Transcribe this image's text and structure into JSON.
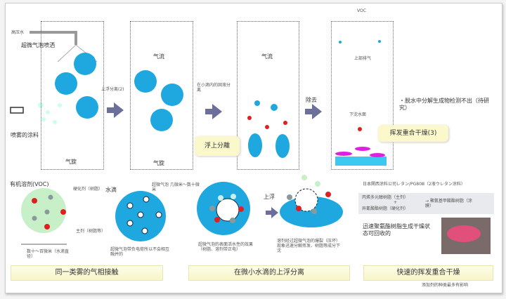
{
  "top": {
    "high_pressure_water": "高压水",
    "nozzle": "超微气泡喷洒",
    "sprayed_paint": "喷雾的涂料",
    "airflow_swirl_1": "气旋",
    "arrow1_label": "上浮分离(2)",
    "airflow_2": "气流",
    "airflow_swirl_2": "气旋",
    "arrow2_label": "在小滴内的固液分离",
    "callout_float": "浮上分離",
    "airflow_3": "气流",
    "arrow3_label": "除去",
    "voc": "VOC",
    "upper_exhaust": "上部排气",
    "sinking_surface": "下沈水面",
    "note": "・脱水中分解生成物检测不出（待研究）",
    "callout_dry": "挥发重合干燥(3)"
  },
  "bottom": {
    "organic_solvent": "有机溶剂(VOC)",
    "hardener": "硬化剂（树脂）",
    "main_agent": "主剂（树脂等）",
    "size_range": "数十～百微米（水滴直径）",
    "water_drop": "水滴",
    "micro_bubble": "超微气泡 几微米～数十微米",
    "bubble_note": "超微气泡带负电荷所以不会相互融并的",
    "surface_effect": "超微气泡的表面活水性的效果（树脂、溶剂带正电）",
    "float_up": "上浮",
    "solvent_note": "溶剂经过超微气泡的爆裂（压坏）现象迅速分解挥发、树脂等成分下沈",
    "company": "日本関西涂料公司レタン/PG80Ⅲ（2液ウレタン涂料）",
    "reaction_line1": "丙烯多元醇树脂（主剂）",
    "reaction_plus": "+",
    "reaction_line2": "异氰酸酯树脂（硬化剂）",
    "reaction_result": "→ 聚氨基甲酸酯树脂（涂膜）",
    "result_text": "迅速聚氨酯树脂生成干燥状态可回收的",
    "footnote": "添加剂的种类最多有影响"
  },
  "labels": [
    "同一类雾的气相接触",
    "在微小水滴的上浮分离",
    "快速的挥发重合干燥"
  ],
  "colors": {
    "water": "#1fa8e0",
    "arrow": "#6b6f9a",
    "red": "#e02020",
    "gray": "#8a9a9a",
    "magenta": "#e020e0",
    "green": "#c8f0c8"
  }
}
